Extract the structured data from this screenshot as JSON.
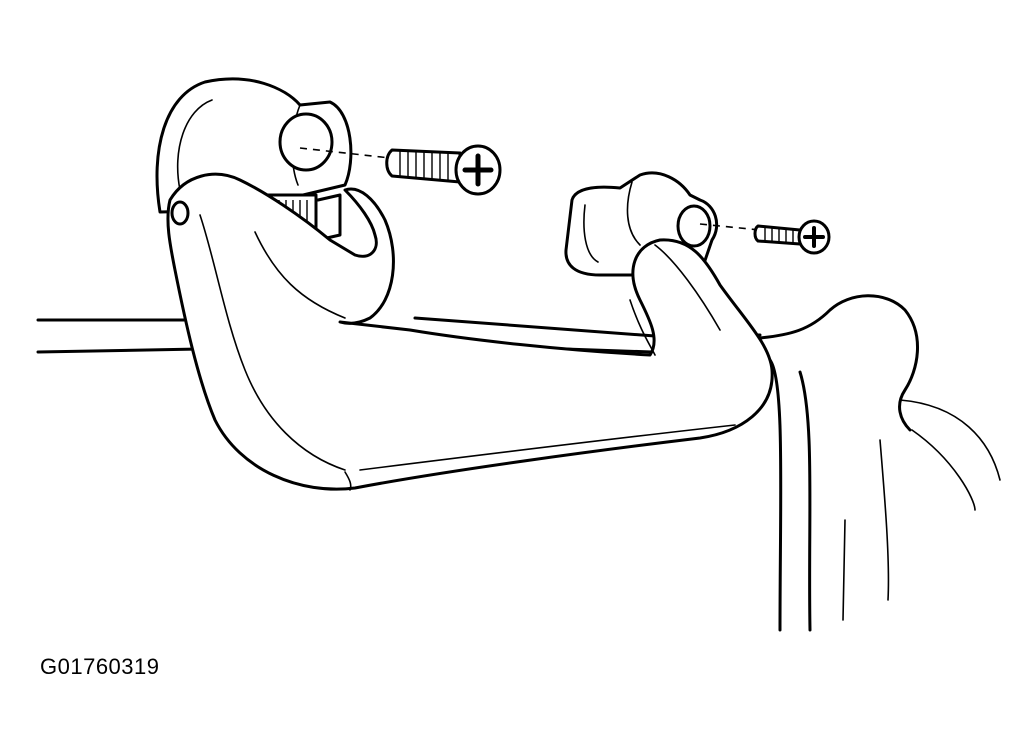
{
  "figure": {
    "code": "G01760319"
  },
  "colors": {
    "line": "#000000",
    "background": "#ffffff"
  },
  "icons": {
    "left_screw_head": "phillips-screw-head",
    "right_screw_head": "phillips-screw-head"
  }
}
